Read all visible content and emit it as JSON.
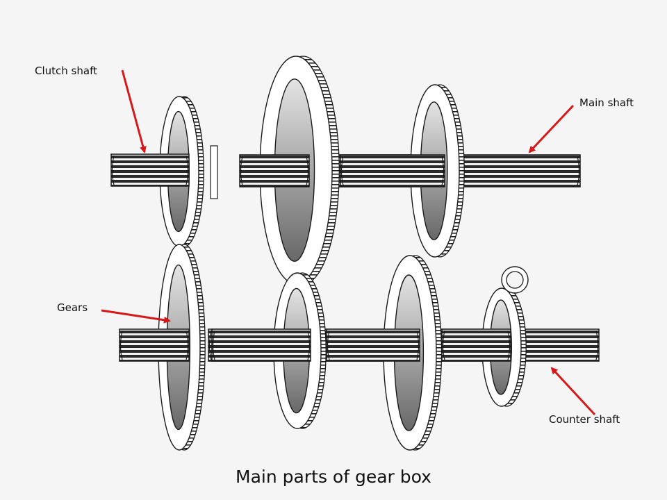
{
  "caption": "Main parts of gear box",
  "labels": {
    "clutch_shaft": "Clutch shaft",
    "main_shaft": "Main shaft",
    "gears": "Gears",
    "counter_shaft": "Counter shaft"
  },
  "colors": {
    "background": "#f5f5f5",
    "arrow": "#d81818",
    "outline": "#1a1a1a",
    "hub_light": "#e0e0e0",
    "hub_dark": "#6a6a6a"
  },
  "components": {
    "upper_gears": [
      "clutch-gear",
      "main-large-gear",
      "main-medium-gear"
    ],
    "lower_gears": [
      "counter-gear-1",
      "counter-gear-2",
      "counter-gear-3",
      "counter-gear-4",
      "reverse-idler-gear"
    ],
    "shafts": [
      "clutch-shaft",
      "main-shaft",
      "counter-shaft"
    ]
  }
}
